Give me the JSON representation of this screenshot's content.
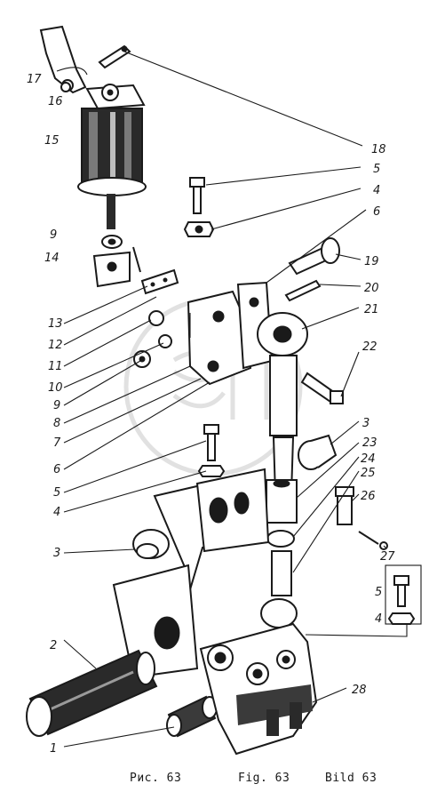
{
  "callouts": [
    {
      "id": "17a",
      "text": "17"
    },
    {
      "id": "16a",
      "text": "16"
    },
    {
      "id": "15",
      "text": "15"
    },
    {
      "id": "18",
      "text": "18"
    },
    {
      "id": "5a",
      "text": "5"
    },
    {
      "id": "4a",
      "text": "4"
    },
    {
      "id": "6a",
      "text": "6"
    },
    {
      "id": "9a",
      "text": "9"
    },
    {
      "id": "14",
      "text": "14"
    },
    {
      "id": "19",
      "text": "19"
    },
    {
      "id": "20",
      "text": "20"
    },
    {
      "id": "21",
      "text": "21"
    },
    {
      "id": "13",
      "text": "13"
    },
    {
      "id": "12",
      "text": "12"
    },
    {
      "id": "22",
      "text": "22"
    },
    {
      "id": "11",
      "text": "11"
    },
    {
      "id": "10",
      "text": "10"
    },
    {
      "id": "9b",
      "text": "9"
    },
    {
      "id": "8",
      "text": "8"
    },
    {
      "id": "7",
      "text": "7"
    },
    {
      "id": "3a",
      "text": "3"
    },
    {
      "id": "6b",
      "text": "6"
    },
    {
      "id": "23",
      "text": "23"
    },
    {
      "id": "24",
      "text": "24"
    },
    {
      "id": "25",
      "text": "25"
    },
    {
      "id": "5b",
      "text": "5"
    },
    {
      "id": "26",
      "text": "26"
    },
    {
      "id": "4b",
      "text": "4"
    },
    {
      "id": "27",
      "text": "27"
    },
    {
      "id": "3b",
      "text": "3"
    },
    {
      "id": "5c",
      "text": "5"
    },
    {
      "id": "4c",
      "text": "4"
    },
    {
      "id": "2",
      "text": "2"
    },
    {
      "id": "28",
      "text": "28"
    },
    {
      "id": "1",
      "text": "1"
    }
  ],
  "captions": {
    "ru": "Рис. 63",
    "fr": "Fig. 63",
    "de": "Bild 63"
  },
  "watermark": {
    "text": "ЭПС",
    "color": "#c8c8c8"
  },
  "line_color": "#1a1a1a"
}
